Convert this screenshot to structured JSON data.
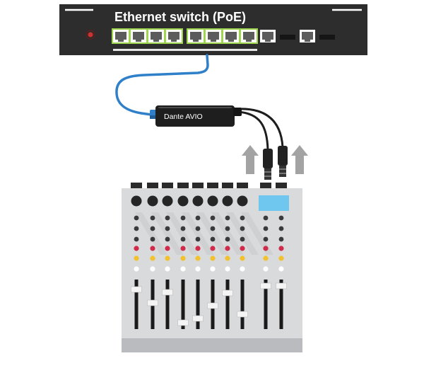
{
  "switch": {
    "title": "Ethernet switch (PoE)",
    "poe_port_count": 8,
    "extra_port_count": 2,
    "colors": {
      "chassis": "#2d2d2d",
      "port_highlight": "#9fd64f",
      "power_led": "#d03030"
    }
  },
  "adapter": {
    "label": "Dante AVIO",
    "colors": {
      "body": "#1e1e1e",
      "network_cable": "#2f80c9"
    }
  },
  "signal_flow": {
    "arrow_icon": "arrow-up-icon",
    "direction": "up",
    "count": 2,
    "color": "#a3a3a3"
  },
  "mixer": {
    "channel_count": 8,
    "master_count": 2,
    "colors": {
      "body": "#d9dadc",
      "knob": "#252525",
      "display": "#6fc6ef",
      "red_button": "#d02b4a",
      "yellow_button": "#f2c12e",
      "white_button": "#ffffff"
    }
  }
}
